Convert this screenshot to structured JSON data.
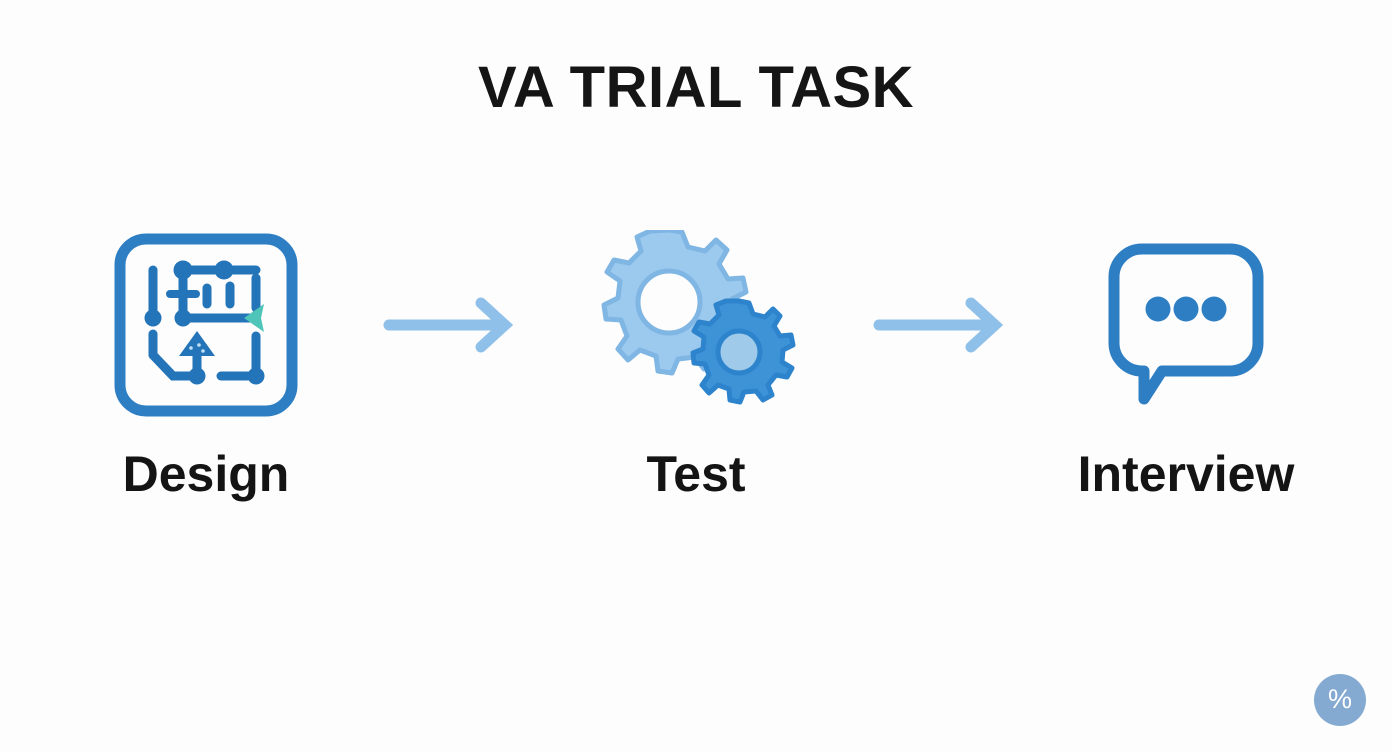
{
  "slide": {
    "title": "VA TRIAL TASK",
    "background_color": "#FDFDFD",
    "title_color": "#151515"
  },
  "palette": {
    "brand_blue": "#2E7EC4",
    "mid_blue": "#3D93D6",
    "light_blue": "#9CC9EE",
    "arrow_blue": "#8FC0EA",
    "teal_accent": "#4FC4B8",
    "badge_blue": "#84AAD2",
    "label_black": "#141414"
  },
  "flow": {
    "steps": [
      {
        "label": "Design",
        "icon": "blueprint-design-icon"
      },
      {
        "label": "Test",
        "icon": "gears-icon"
      },
      {
        "label": "Interview",
        "icon": "speech-bubble-dots-icon"
      }
    ],
    "connectors": [
      {
        "icon": "arrow-right-icon"
      },
      {
        "icon": "arrow-right-icon"
      }
    ]
  },
  "corner_badge": {
    "glyph": "%",
    "icon": "percent-icon"
  }
}
